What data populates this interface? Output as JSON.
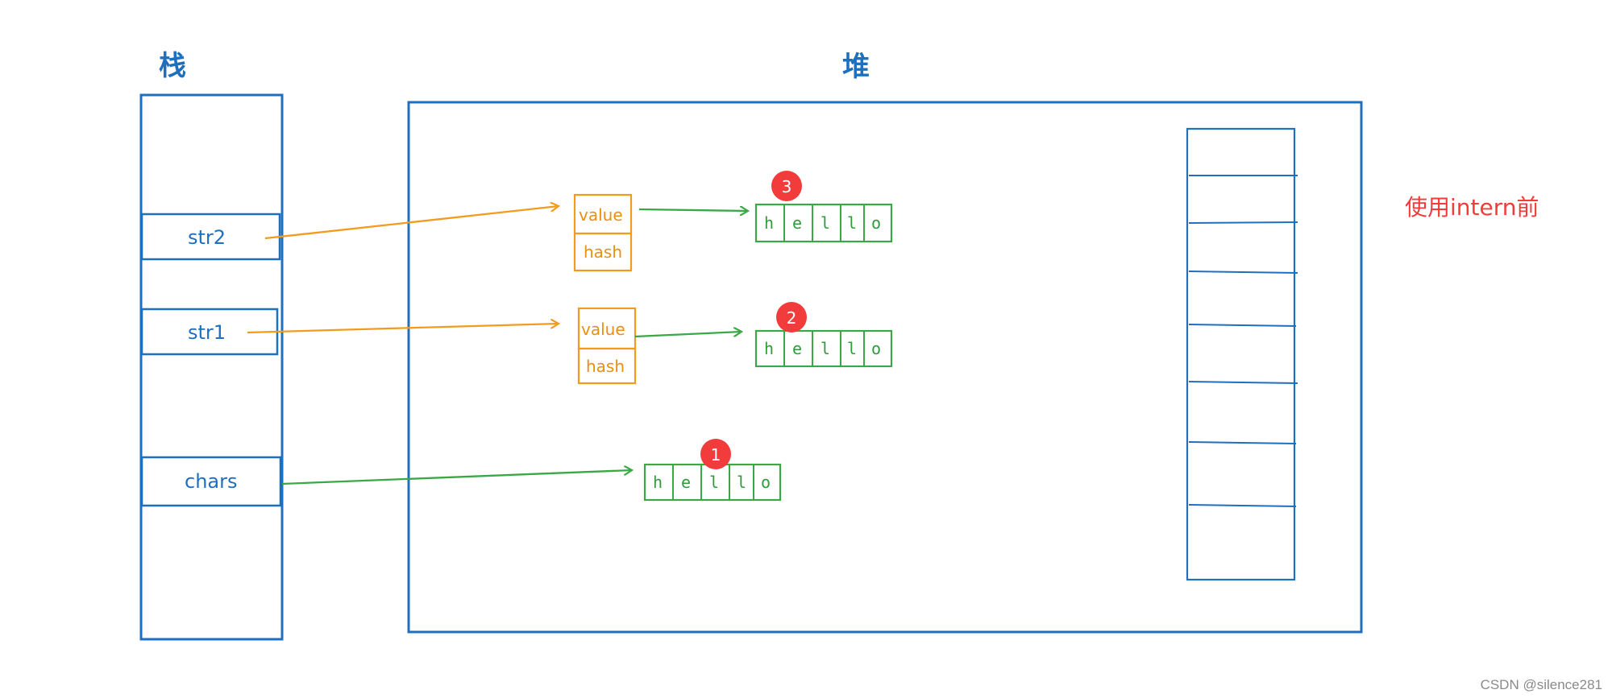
{
  "titles": {
    "stack": "栈",
    "heap": "堆"
  },
  "note": "使用intern前",
  "watermark": "CSDN @silence281",
  "stack": {
    "str2": "str2",
    "str1": "str1",
    "chars": "chars"
  },
  "objects": {
    "obj_top": {
      "value": "value",
      "hash": "hash"
    },
    "obj_mid": {
      "value": "value",
      "hash": "hash"
    }
  },
  "arrays": {
    "array3": {
      "badge": "3",
      "chars": [
        "h",
        "e",
        "l",
        "l",
        "o"
      ]
    },
    "array2": {
      "badge": "2",
      "chars": [
        "h",
        "e",
        "l",
        "l",
        "o"
      ]
    },
    "array1": {
      "badge": "1",
      "chars": [
        "h",
        "e",
        "l",
        "l",
        "o"
      ]
    }
  },
  "colors": {
    "blue": "#1f6fbf",
    "orange": "#f29b1d",
    "green": "#3aa845",
    "red": "#f23b3b"
  }
}
